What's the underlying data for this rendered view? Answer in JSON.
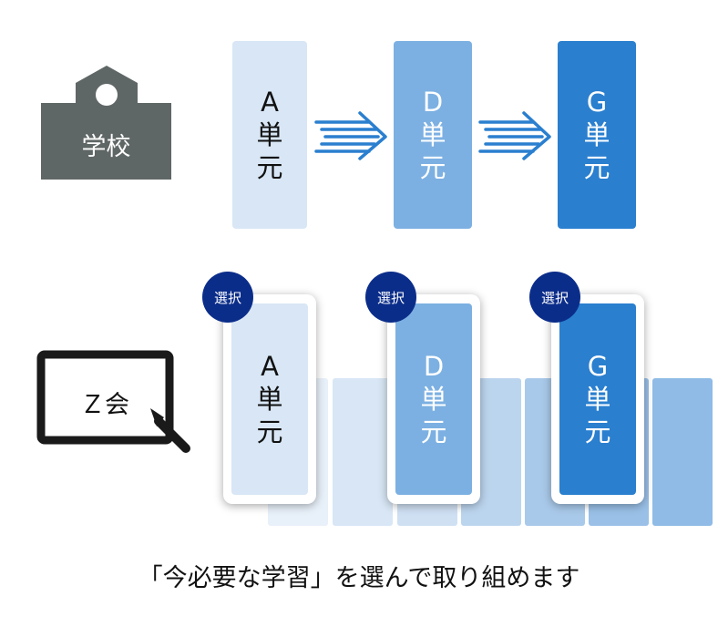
{
  "school": {
    "label": "学校"
  },
  "zkai": {
    "label": "Ｚ会"
  },
  "units": {
    "a": [
      "A",
      "単",
      "元"
    ],
    "d": [
      "D",
      "単",
      "元"
    ],
    "g": [
      "G",
      "単",
      "元"
    ]
  },
  "badge": "選択",
  "caption": "「今必要な学習」を選んで取り組めます",
  "colors": {
    "light": "#d8e6f5",
    "mid": "#7cb0e2",
    "dark": "#2a7fcf",
    "badge": "#0b2d8a",
    "gray": "#5f6766"
  }
}
